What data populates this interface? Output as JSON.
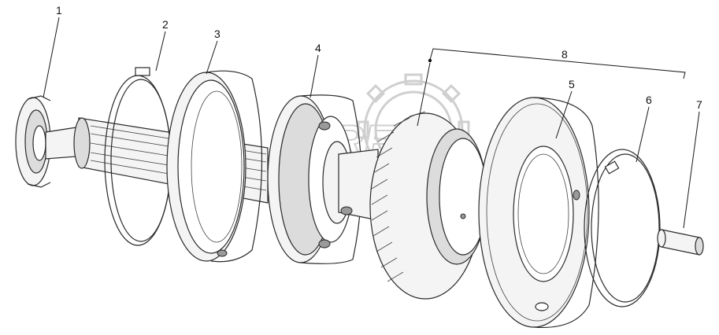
{
  "callouts": [
    {
      "id": "1",
      "label": "1"
    },
    {
      "id": "2",
      "label": "2"
    },
    {
      "id": "3",
      "label": "3"
    },
    {
      "id": "4",
      "label": "4"
    },
    {
      "id": "5",
      "label": "5"
    },
    {
      "id": "6",
      "label": "6"
    },
    {
      "id": "7",
      "label": "7"
    },
    {
      "id": "8",
      "label": "8"
    }
  ],
  "watermark": {
    "text": "OREX"
  },
  "colors": {
    "line": "#2a2a2a",
    "watermark": "#cfcfcf",
    "background": "#ffffff"
  }
}
